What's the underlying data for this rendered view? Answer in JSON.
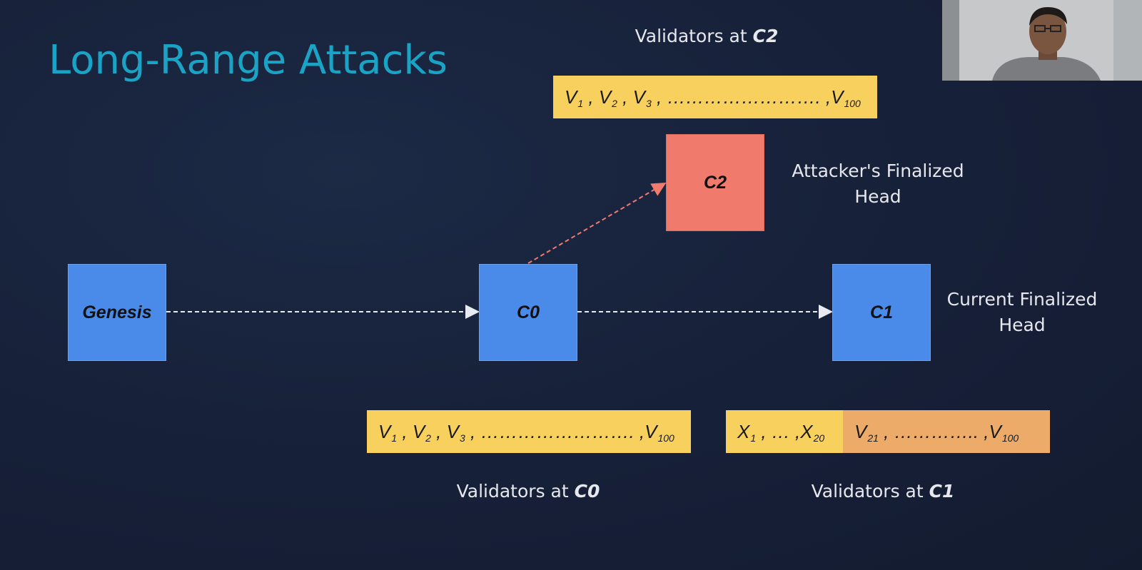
{
  "slide": {
    "title": "Long-Range Attacks"
  },
  "blocks": {
    "genesis": "Genesis",
    "c0": "C0",
    "c1": "C1",
    "c2": "C2"
  },
  "labels": {
    "attacker_head_line1": "Attacker's Finalized",
    "attacker_head_line2": "Head",
    "current_head_line1": "Current Finalized",
    "current_head_line2": "Head"
  },
  "captions": {
    "c2_prefix": "Validators at ",
    "c2_name": "C2",
    "c0_prefix": "Validators at ",
    "c0_name": "C0",
    "c1_prefix": "Validators at ",
    "c1_name": "C1"
  },
  "validator_sets": {
    "c2": {
      "v1": "V",
      "s1": "1",
      "v2": "V",
      "s2": "2",
      "v3": "V",
      "s3": "3",
      "dots": ", ……………………. , ",
      "vlast": "V",
      "slast": "100"
    },
    "c0": {
      "v1": "V",
      "s1": "1",
      "v2": "V",
      "s2": "2",
      "v3": "V",
      "s3": "3",
      "dots": ", ……………………. , ",
      "vlast": "V",
      "slast": "100"
    },
    "c1_attacker": {
      "x1": "X",
      "s1": "1",
      "dots": ", … , ",
      "x20": "X",
      "s20": "20"
    },
    "c1_honest": {
      "v21": "V",
      "s21": "21",
      "dots": ", ………….. , ",
      "vlast": "V",
      "slast": "100"
    }
  },
  "colors": {
    "title": "#1aa3c4",
    "block_blue": "#4a8bea",
    "block_red": "#f07b6d",
    "bar_yellow": "#f7d05e",
    "bar_orange": "#ecab68",
    "arrow_white": "#e8ecf2",
    "arrow_red": "#f07b6d"
  },
  "webcam": {
    "icon": "presenter-video-feed"
  }
}
